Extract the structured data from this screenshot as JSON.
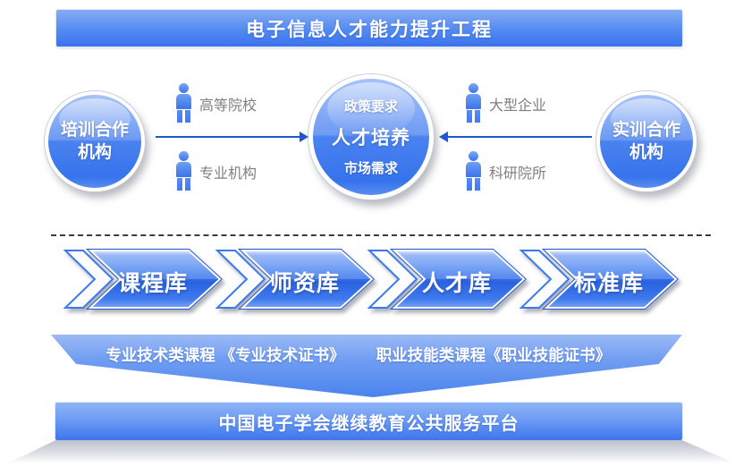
{
  "title_banner": {
    "label": "电子信息人才能力提升工程"
  },
  "diagram": {
    "left_circle": {
      "line1": "培训合作",
      "line2": "机构"
    },
    "right_circle": {
      "line1": "实训合作",
      "line2": "机构"
    },
    "center_circle": {
      "top": "政策要求",
      "main": "人才培养",
      "bottom": "市场需求"
    },
    "left_actors": [
      {
        "label": "高等院校"
      },
      {
        "label": "专业机构"
      }
    ],
    "right_actors": [
      {
        "label": "大型企业"
      },
      {
        "label": "科研院所"
      }
    ]
  },
  "libraries": [
    {
      "label": "课程库"
    },
    {
      "label": "师资库"
    },
    {
      "label": "人才库"
    },
    {
      "label": "标准库"
    }
  ],
  "funnel": {
    "left_text": "专业技术类课程 《专业技术证书》",
    "right_text": "职业技能类课程《职业技能证书》"
  },
  "platform_banner": {
    "label": "中国电子学会继续教育公共服务平台"
  },
  "colors": {
    "primary_blue": "#3b78ee",
    "light_blue": "#8fb4f7",
    "connector_blue": "#2257d0",
    "label_gray": "#7f7f7f",
    "pedestal_gray": "#bcc1cb"
  }
}
